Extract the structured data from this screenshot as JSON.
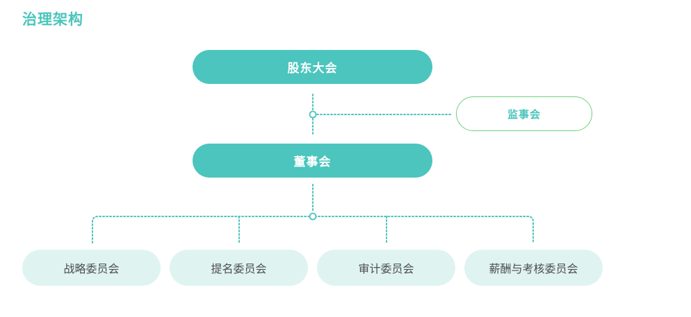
{
  "title": "治理架构",
  "nodes": {
    "shareholders": "股东大会",
    "supervisory": "监事会",
    "board": "董事会"
  },
  "committees": [
    "战略委员会",
    "提名委员会",
    "审计委员会",
    "薪酬与考核委员会"
  ],
  "colors": {
    "accent": "#4bc5bd",
    "outline": "#6fcf7f",
    "light": "#dff4f1",
    "text_dark": "#4d4d4d"
  }
}
